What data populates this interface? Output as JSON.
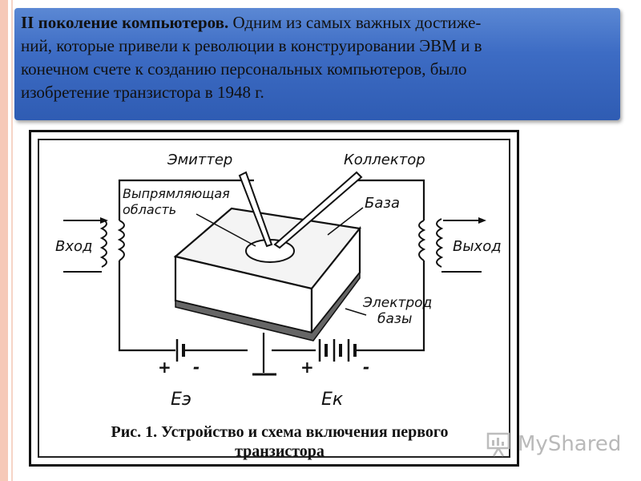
{
  "header": {
    "bold": "II поколение компьютеров.",
    "lines": [
      " Одним из самых важных достиже-",
      "ний, которые привели к революции в конструировании ЭВМ и в",
      "конечном счете к созданию персональных компьютеров, было",
      "изобретение транзистора в 1948 г."
    ]
  },
  "figure": {
    "labels": {
      "emitter": "Эмиттер",
      "collector": "Коллектор",
      "rectifying_1": "Выпрямляющая",
      "rectifying_2": "область",
      "base": "База",
      "input": "Вход",
      "output": "Выход",
      "electrode_1": "Электрод",
      "electrode_2": "базы",
      "plus_left": "+",
      "minus_left": "-",
      "plus_right": "+",
      "minus_right": "-",
      "emf_emitter": "Eэ",
      "emf_collector": "Eк"
    },
    "caption_line1": "Рис. 1. Устройство и схема включения первого",
    "caption_line2": "транзистора"
  },
  "watermark": {
    "text": "MyShared"
  }
}
